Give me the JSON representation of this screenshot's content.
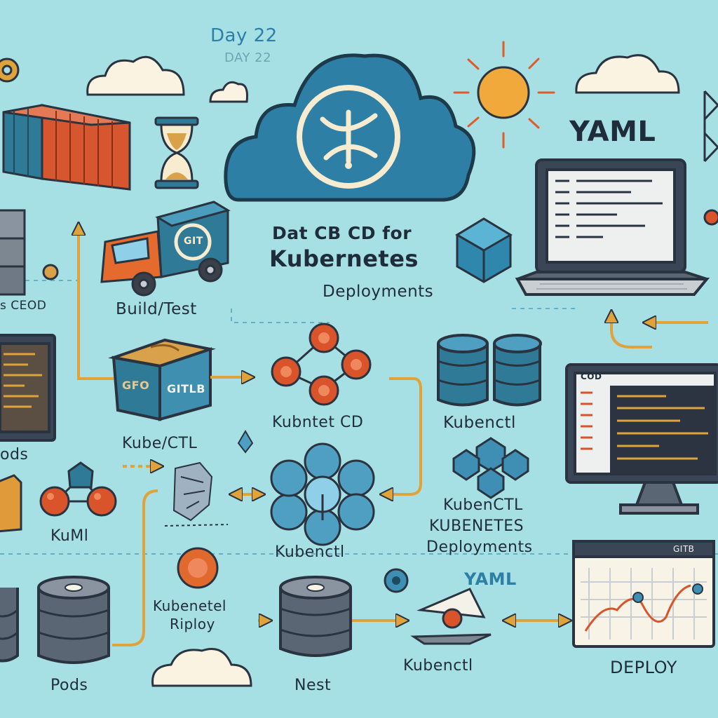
{
  "header": {
    "day": "Day 22",
    "day_shadow": "DAY 22",
    "title_line1": "Dat CB CD for",
    "title_line2": "Kubernetes",
    "title_line3": "Deployments"
  },
  "labels": {
    "yaml_top": "YAML",
    "build_test": "Build/Test",
    "left_ceod": "s CEOD",
    "truck_logo": "GIT",
    "box_left": "GFO",
    "box_right": "GITLB",
    "kube_ctl": "Kube/CTL",
    "kubntet_cd": "Kubntet CD",
    "kubenctl_db": "Kubenctl",
    "left_pods": "ods",
    "kuml": "KuMl",
    "kubenctl_center": "Kubenctl",
    "kubenctl_stack_1": "KubenCTL",
    "kubenctl_stack_2": "KUBENETES",
    "kubenctl_stack_3": "Deployments",
    "yaml_mid": "YAML",
    "riplay_1": "Kubenetel",
    "riplay_2": "Riploy",
    "pods_bottom": "Pods",
    "nest": "Nest",
    "kubenctl_bottom": "Kubenctl",
    "deploy": "DEPLOY",
    "monitor_tab": "COD",
    "chart_tab": "GITB"
  },
  "colors": {
    "background": "#a6e0e4",
    "cloud": "#2e7fa6",
    "arrow": "#e0a33a",
    "node_red": "#d9542a",
    "node_blue": "#3f8fb5",
    "container_red": "#d6562f",
    "container_blue": "#2f7a96",
    "sun": "#f2a93b",
    "text": "#1f2d3b"
  }
}
